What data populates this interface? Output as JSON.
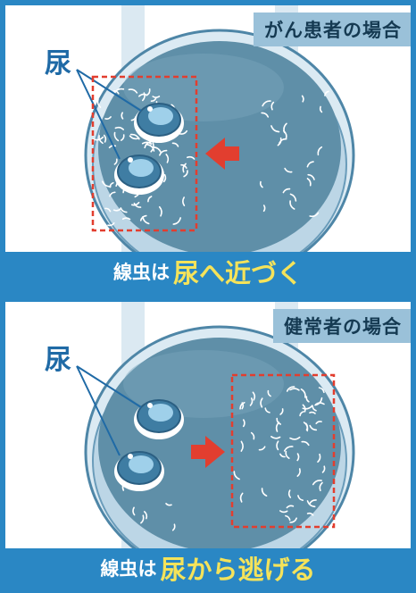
{
  "cancer_panel": {
    "title": "がん患者の場合",
    "urine_label": "尿",
    "banner_lead": "線虫は",
    "banner_accent": "尿へ近づく",
    "arrow_direction": "left"
  },
  "healthy_panel": {
    "title": "健常者の場合",
    "urine_label": "尿",
    "banner_lead": "線虫は",
    "banner_accent": "尿から逃げる",
    "arrow_direction": "right"
  },
  "colors": {
    "frame": "#2a87c4",
    "dish_fill": "#5f8fa8",
    "arrow": "#e23e2f",
    "dashed_box": "#e23e2f",
    "accent_text": "#f5e35a",
    "label_blue": "#1f6aa6"
  },
  "icons": [
    "urine-droplet-icon",
    "nematode-icon",
    "arrow-left-icon",
    "arrow-right-icon"
  ]
}
